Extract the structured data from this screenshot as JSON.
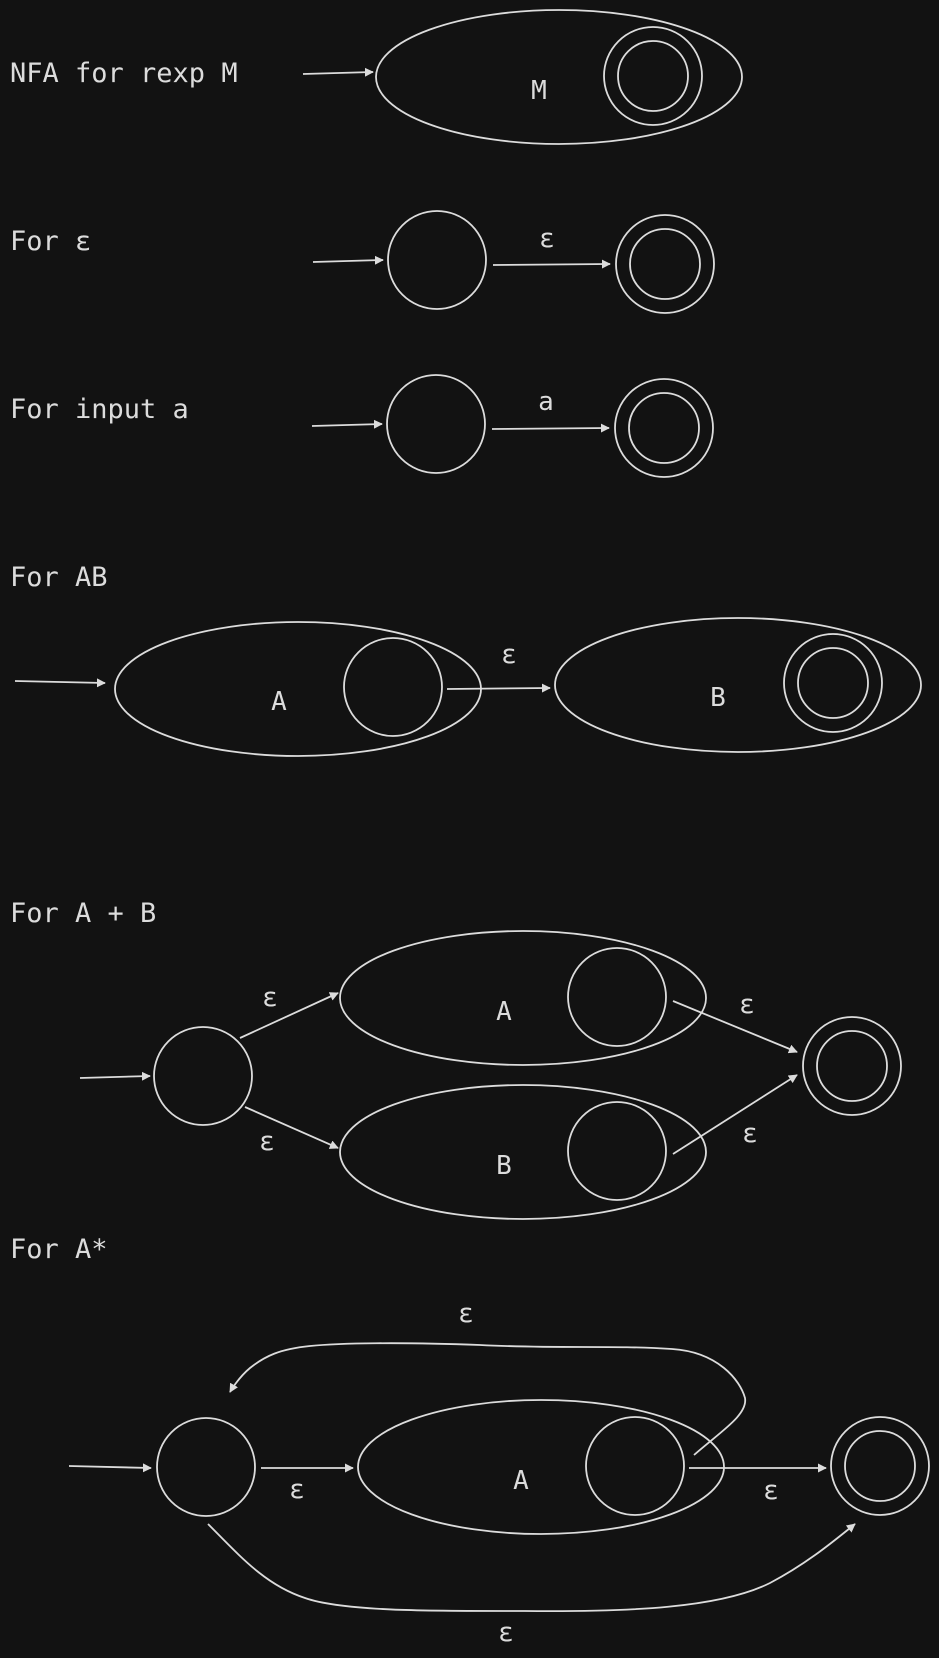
{
  "colors": {
    "background": "#121212",
    "ink": "#dcdcdc"
  },
  "sections": {
    "rexp": {
      "title": "NFA for rexp M",
      "machine": "M"
    },
    "epsilon": {
      "title": "For ε",
      "edge": "ε"
    },
    "input": {
      "title": "For input a",
      "edge": "a"
    },
    "concat": {
      "title": "For AB",
      "left": "A",
      "right": "B",
      "edge": "ε"
    },
    "union": {
      "title": "For A + B",
      "top": "A",
      "bottom": "B",
      "eps_in_top": "ε",
      "eps_in_bottom": "ε",
      "eps_out_top": "ε",
      "eps_out_bottom": "ε"
    },
    "star": {
      "title": "For A*",
      "machine": "A",
      "eps_loop": "ε",
      "eps_enter": "ε",
      "eps_exit": "ε",
      "eps_skip": "ε"
    }
  }
}
